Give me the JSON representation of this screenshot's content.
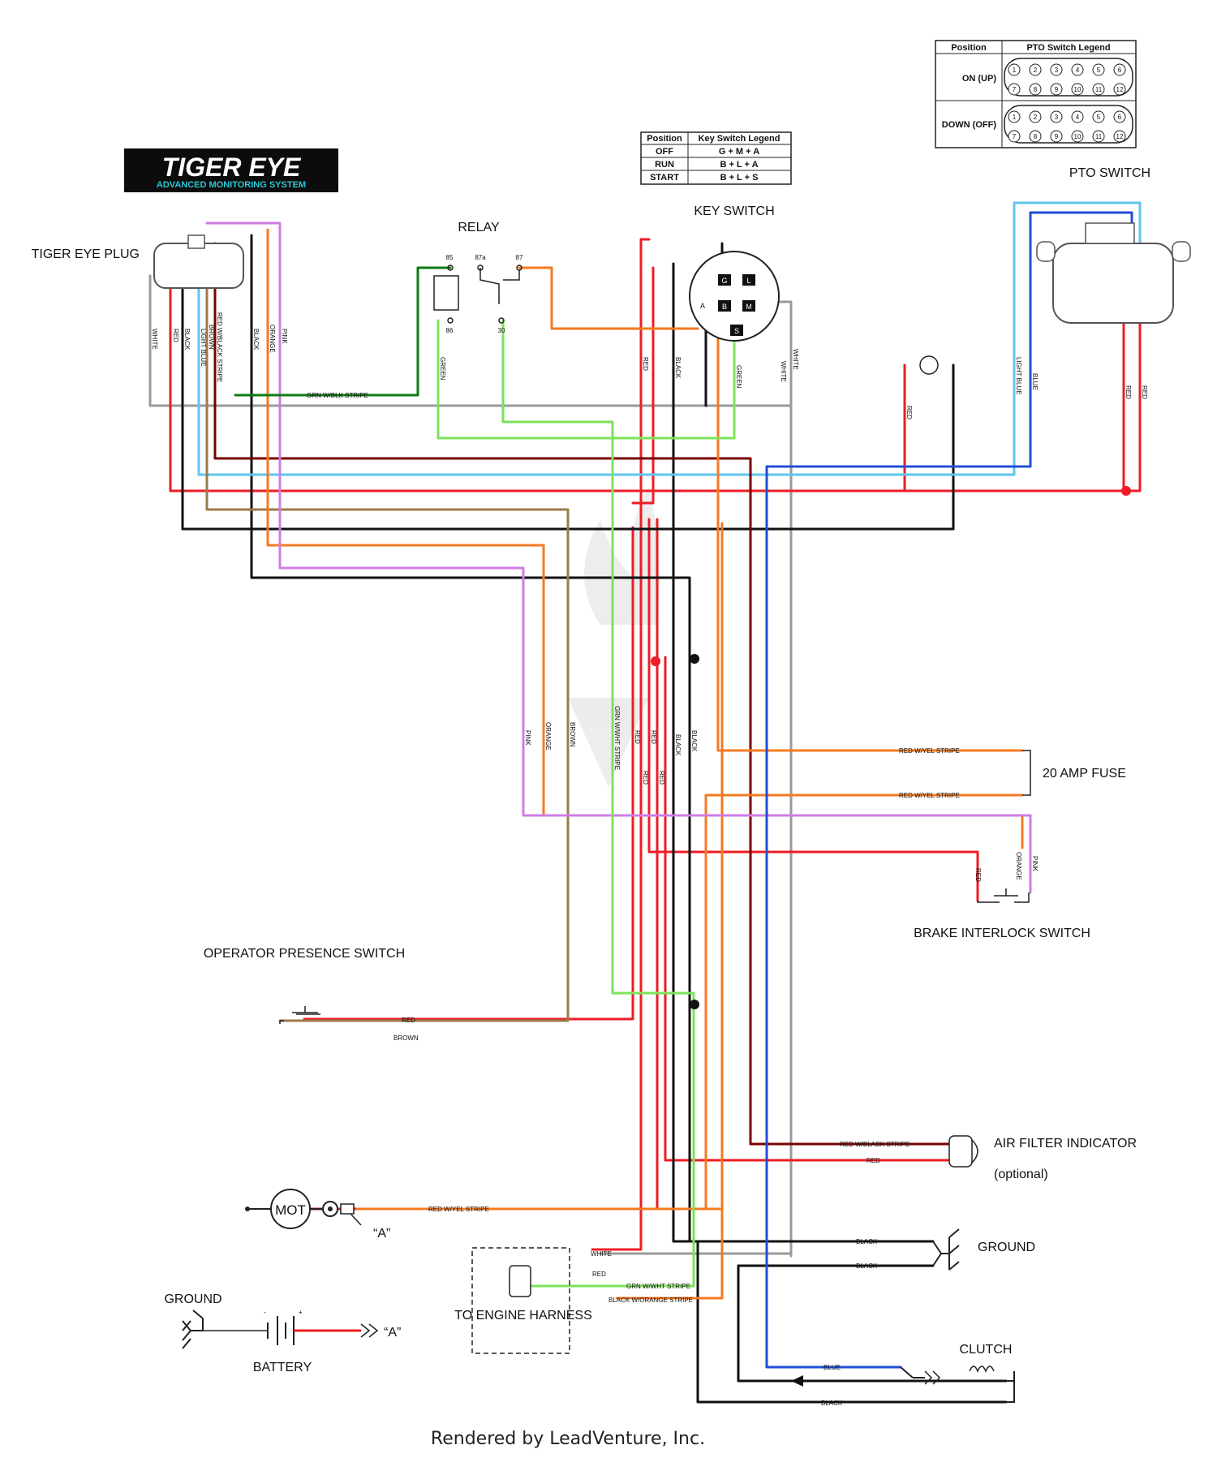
{
  "logo": {
    "brand": "TIGER EYE",
    "tagline": "ADVANCED MONITORING SYSTEM"
  },
  "colors": {
    "red": "#ee1c24",
    "black": "#111111",
    "white": "#9a9a9a",
    "brown": "#9b7a4a",
    "light_blue": "#5fc6ee",
    "dark_red": "#7a0000",
    "orange": "#f47a20",
    "pink": "#cf7de3",
    "green": "#7be35a",
    "dark_green": "#0f7a12",
    "blue": "#1f4fd6"
  },
  "components": {
    "tiger_eye_plug": "TIGER EYE PLUG",
    "relay": "RELAY",
    "relay_pins": [
      "85",
      "87a",
      "87",
      "86",
      "30"
    ],
    "key_switch": "KEY SWITCH",
    "key_pins": [
      "G",
      "L",
      "A",
      "B",
      "M",
      "S"
    ],
    "pto_switch": "PTO SWITCH",
    "fuse": "20 AMP FUSE",
    "brake": "BRAKE INTERLOCK SWITCH",
    "operator": "OPERATOR PRESENCE SWITCH",
    "air_filter": "AIR FILTER INDICATOR",
    "air_filter_note": "(optional)",
    "ground_right": "GROUND",
    "ground_left": "GROUND",
    "battery": "BATTERY",
    "engine": "TO ENGINE HARNESS",
    "clutch": "CLUTCH",
    "mot": "MOT",
    "ref_a": "“A”"
  },
  "key_switch_legend": {
    "headers": [
      "Position",
      "Key Switch Legend"
    ],
    "rows": [
      [
        "OFF",
        "G + M + A"
      ],
      [
        "RUN",
        "B + L + A"
      ],
      [
        "START",
        "B + L + S"
      ]
    ]
  },
  "pto_switch_legend": {
    "headers": [
      "Position",
      "PTO Switch Legend"
    ],
    "rows": [
      {
        "position": "ON (UP)"
      },
      {
        "position": "DOWN (OFF)"
      }
    ],
    "pins": [
      "1",
      "2",
      "3",
      "4",
      "5",
      "6",
      "7",
      "8",
      "9",
      "10",
      "11",
      "12"
    ]
  },
  "wire_labels": {
    "white": "WHITE",
    "red": "RED",
    "black": "BLACK",
    "light_blue": "LIGHT BLUE",
    "brown": "BROWN",
    "red_black": "RED W/BLACK STRIPE",
    "orange": "ORANGE",
    "pink": "PINK",
    "grn_blk": "GRN W/BLK STRIPE",
    "green": "GREEN",
    "blue": "BLUE",
    "grn_wht": "GRN W/WHT STRIPE",
    "red_yel": "RED W/YEL STRIPE",
    "blk_orange": "BLACK W/ORANGE STRIPE"
  },
  "footer": "Rendered by LeadVenture, Inc."
}
